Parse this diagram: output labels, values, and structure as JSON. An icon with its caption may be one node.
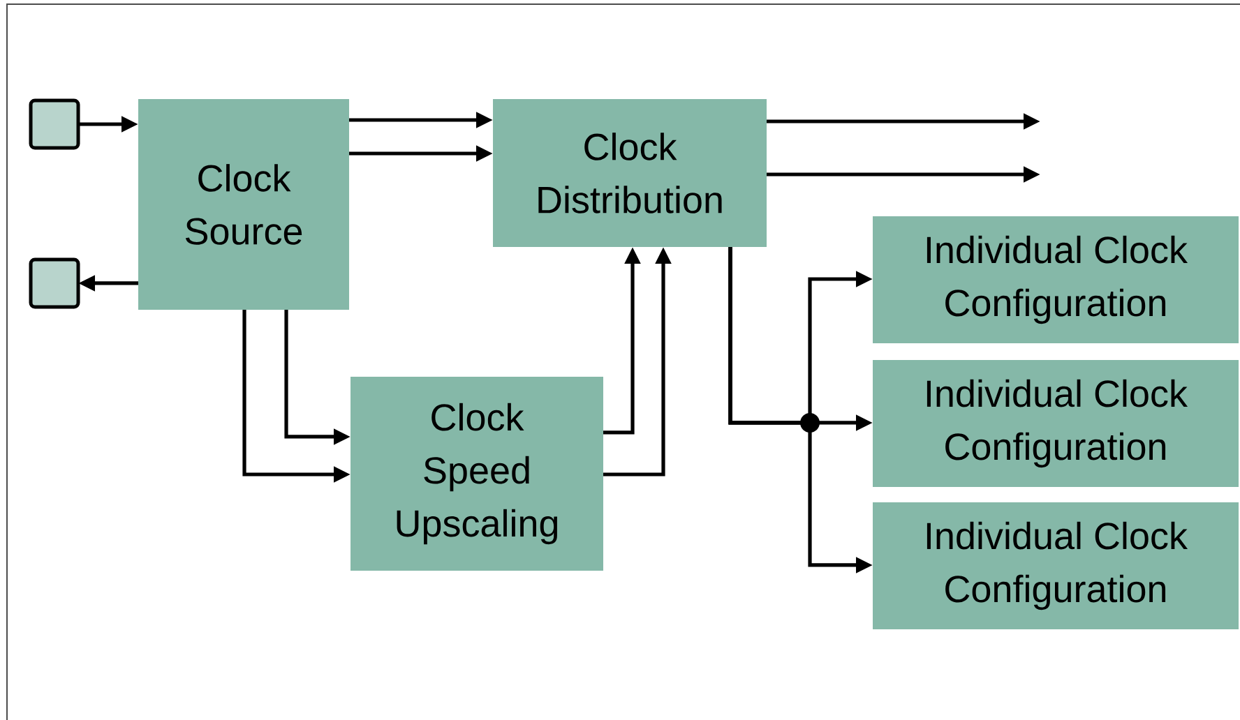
{
  "diagram": {
    "nodes": [
      {
        "text": [],
        "shape": "box"
      },
      {
        "text": [],
        "shape": "box"
      },
      {
        "text": [
          "Clock Source"
        ]
      },
      {
        "text": [
          "Clock Distribution"
        ]
      },
      {
        "text": [
          "Clock Speed Upscaling"
        ]
      },
      {
        "text": [
          "Individual Clock Configuration"
        ]
      },
      {
        "text": [
          "Individual Clock Configuration"
        ]
      },
      {
        "text": [
          "Individual Clock Configuration"
        ]
      }
    ],
    "edges": [
      {
        "from": 0,
        "to": 2,
        "arrow": "to"
      },
      {
        "from": 2,
        "to": 1,
        "arrow": "to"
      },
      {
        "from": 2,
        "to": 3,
        "arrow": "to"
      },
      {
        "from": 2,
        "to": 3,
        "arrow": "to"
      },
      {
        "from": 2,
        "to": 4,
        "arrow": "to"
      },
      {
        "from": 2,
        "to": 4,
        "arrow": "to"
      },
      {
        "from": 4,
        "to": 3,
        "arrow": "to"
      },
      {
        "from": 4,
        "to": 3,
        "arrow": "to"
      },
      {
        "from": 3,
        "to": null,
        "arrow": "to"
      },
      {
        "from": 3,
        "to": null,
        "arrow": "to"
      },
      {
        "from": 3,
        "to": 5,
        "arrow": "to"
      },
      {
        "from": 3,
        "to": 6,
        "arrow": "to"
      },
      {
        "from": 3,
        "to": 7,
        "arrow": "to"
      }
    ]
  }
}
